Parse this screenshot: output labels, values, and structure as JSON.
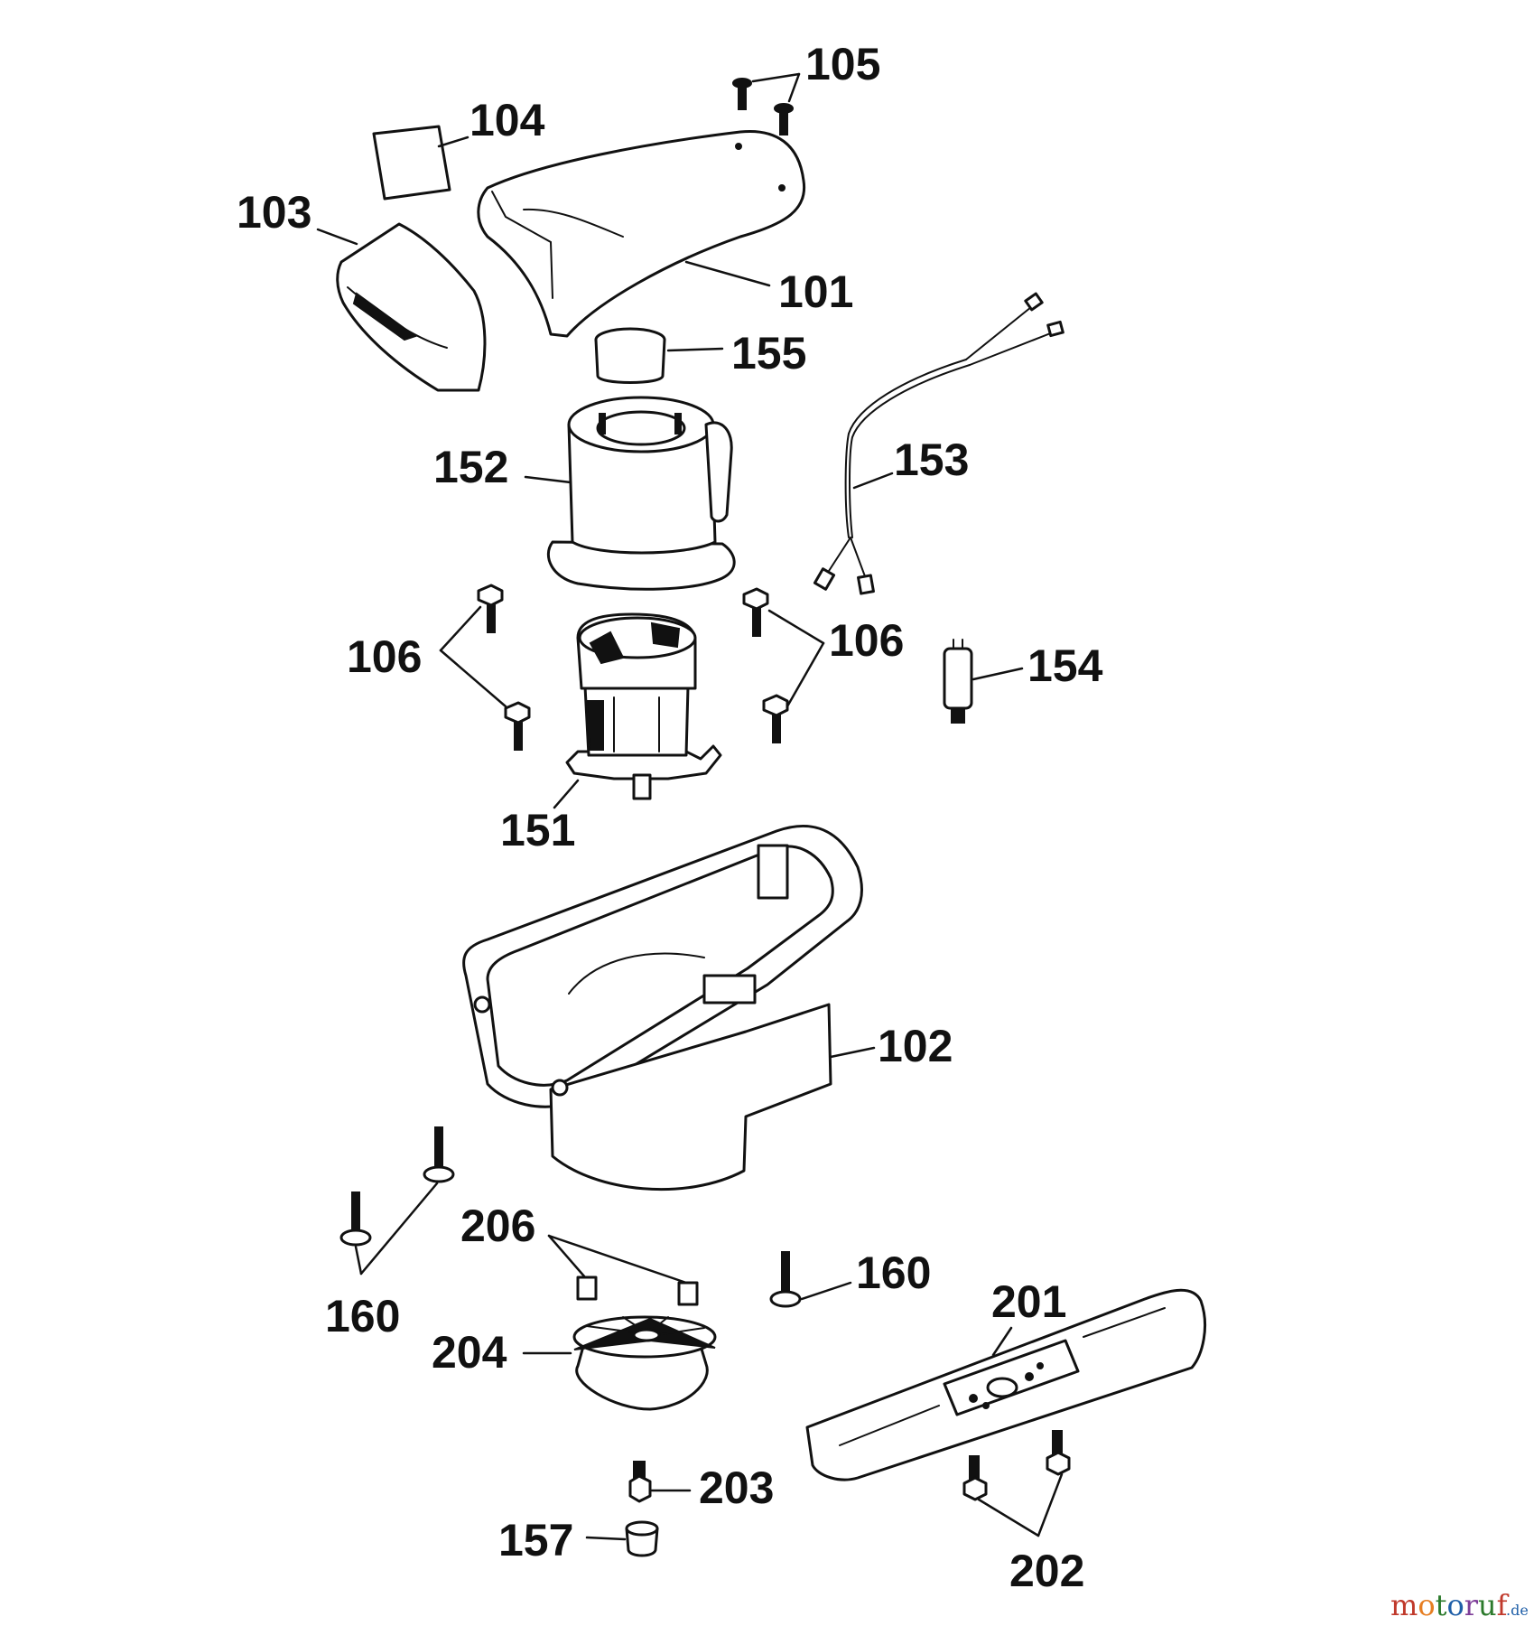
{
  "labels": {
    "p101": "101",
    "p102": "102",
    "p103": "103",
    "p104": "104",
    "p105": "105",
    "p106a": "106",
    "p106b": "106",
    "p151": "151",
    "p152": "152",
    "p153": "153",
    "p154": "154",
    "p155": "155",
    "p157": "157",
    "p160a": "160",
    "p160b": "160",
    "p201": "201",
    "p202": "202",
    "p203": "203",
    "p204": "204",
    "p206": "206"
  },
  "watermark": {
    "text": "motoruf",
    "suffix": ".de",
    "colors": [
      "#c0392b",
      "#e67e22",
      "#2c7a2c",
      "#1f5fa8",
      "#7d3c98",
      "#2c7a2c",
      "#c0392b"
    ]
  }
}
